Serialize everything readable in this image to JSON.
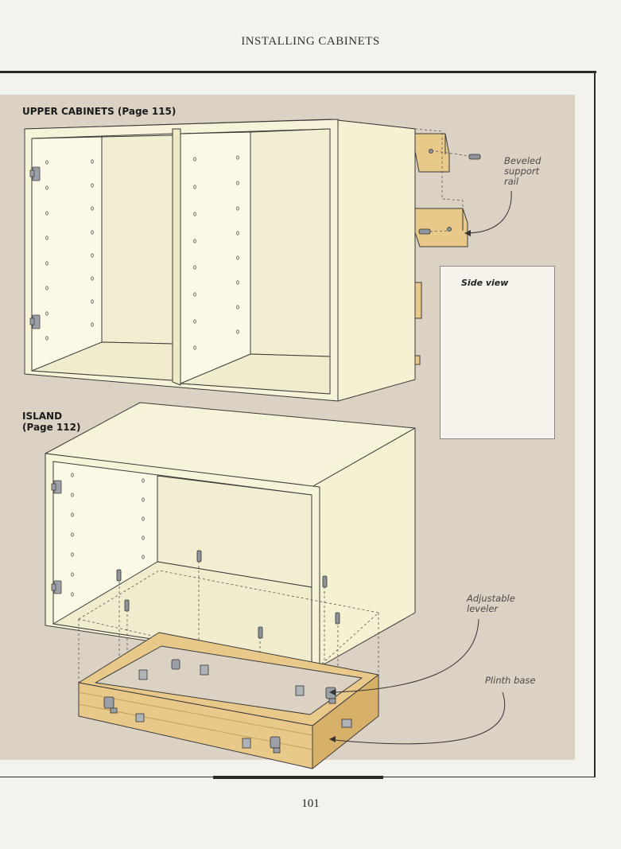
{
  "header": {
    "title": "INSTALLING CABINETS"
  },
  "sections": {
    "upper": {
      "label": "UPPER CABINETS (Page 115)"
    },
    "island": {
      "label_line1": "ISLAND",
      "label_line2": "(Page 112)"
    }
  },
  "callouts": {
    "beveled_rail": "Beveled\nsupport\nrail",
    "adjustable_leveler": "Adjustable\nleveler",
    "plinth_base": "Plinth base"
  },
  "side_view": {
    "title": "Side view"
  },
  "footer": {
    "page_number": "101"
  },
  "colors": {
    "panel_bg": "#dcd2c4",
    "cabinet_face": "#f7f3d8",
    "cabinet_interior": "#fbf8e6",
    "cabinet_edge": "#efe9c6",
    "wood": "#e8c98a",
    "wood_dark": "#d7b06a",
    "line": "#3a3a3a"
  },
  "icons": [
    "hinge-icon",
    "screw-icon",
    "leveler-icon",
    "bracket-icon",
    "callout-arrow-icon"
  ]
}
